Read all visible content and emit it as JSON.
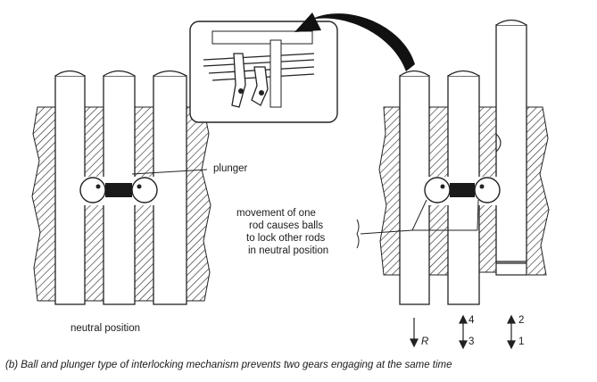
{
  "labels": {
    "plunger": "plunger",
    "movement_lines": [
      "movement of one",
      "rod causes balls",
      "to lock other rods",
      "in neutral position"
    ],
    "neutral_position": "neutral position",
    "gear_r": "R",
    "gear_4": "4",
    "gear_3": "3",
    "gear_2": "2",
    "gear_1": "1"
  },
  "caption": "(b) Ball and plunger type of interlocking mechanism prevents two gears engaging at the same time"
}
